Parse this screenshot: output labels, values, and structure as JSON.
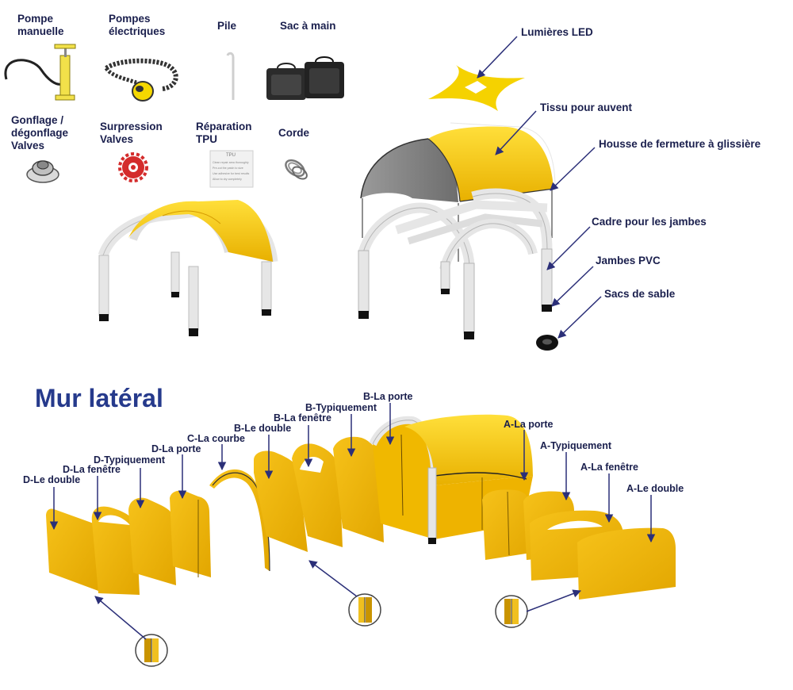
{
  "accessories": {
    "hand_pump": [
      "Pompe",
      "manuelle"
    ],
    "electric_pumps": [
      "Pompes",
      "électriques"
    ],
    "stake": "Pile",
    "handbag": "Sac à main",
    "inflate_valves": [
      "Gonflage /",
      "dégonflage",
      "Valves"
    ],
    "pressure_valves": [
      "Surpression",
      "Valves"
    ],
    "tpu_repair": [
      "Réparation",
      "TPU"
    ],
    "rope": "Corde",
    "tpu_card_title": "TPU",
    "tpu_card_lines": [
      "Clean repair area thoroughly",
      "Pre-cut the patch to size",
      "Use adhesive for best results",
      "Allow to dry completely"
    ]
  },
  "components": {
    "led_lights": "Lumières LED",
    "awning_fabric": "Tissu pour auvent",
    "zipper_cover": "Housse de fermeture à glissière",
    "leg_frame": "Cadre pour les jambes",
    "pvc_legs": "Jambes PVC",
    "sandbags": "Sacs de sable"
  },
  "side_wall": {
    "title": "Mur latéral",
    "d_double": "D-Le double",
    "d_window": "D-La fenêtre",
    "d_typical": "D-Typiquement",
    "d_door": "D-La porte",
    "c_curve": "C-La courbe",
    "b_double": "B-Le double",
    "b_window": "B-La fenêtre",
    "b_typical": "B-Typiquement",
    "b_door": "B-La porte",
    "a_door": "A-La porte",
    "a_typical": "A-Typiquement",
    "a_window": "A-La fenêtre",
    "a_double": "A-Le double"
  },
  "colors": {
    "label_text": "#1a1f4d",
    "title_text": "#263a8c",
    "canopy_yellow": "#f5c400",
    "panel_yellow": "#eeb300",
    "frame_white": "#e6e6e6",
    "arrow": "#2b2f78"
  }
}
